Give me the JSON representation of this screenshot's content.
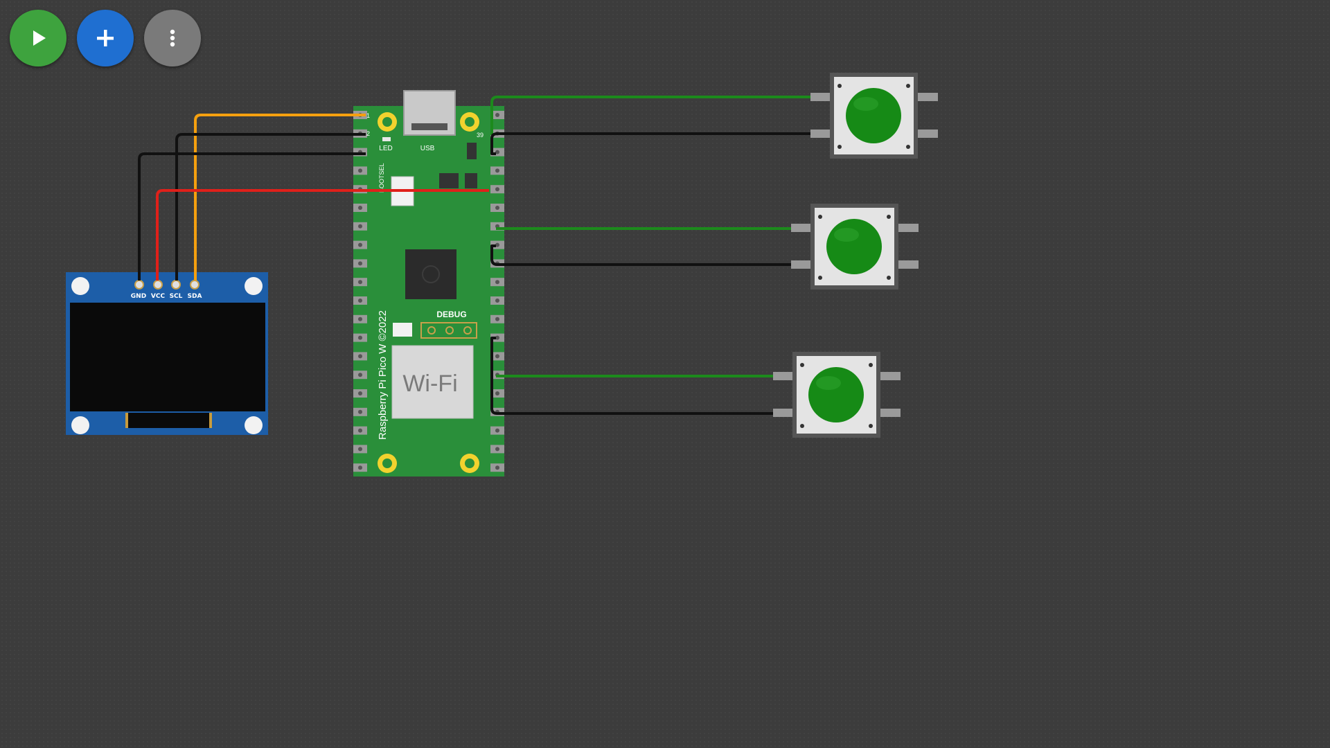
{
  "toolbar": {
    "run_icon": "play-icon",
    "add_icon": "plus-icon",
    "menu_icon": "kebab-menu-icon",
    "run_color": "#3ea33e",
    "add_color": "#1f6fd1",
    "menu_color": "#7a7a7a"
  },
  "oled": {
    "pins": [
      "GND",
      "VCC",
      "SCL",
      "SDA"
    ]
  },
  "pico": {
    "led_label": "LED",
    "usb_label": "USB",
    "bootsel_label": "BOOTSEL",
    "debug_label": "DEBUG",
    "name_label": "Raspberry Pi Pico W ©2022",
    "wifi_label": "Wi-Fi",
    "pin_1": "1",
    "pin_2": "2",
    "pin_39": "39"
  },
  "wire_colors": {
    "sda": "#f5a00f",
    "scl": "#111111",
    "gnd": "#111111",
    "vcc": "#e0201a",
    "signal": "#1c8a1c",
    "ground": "#111111"
  },
  "buttons": [
    {
      "name": "pushbutton-1",
      "cap_color": "#168a16"
    },
    {
      "name": "pushbutton-2",
      "cap_color": "#168a16"
    },
    {
      "name": "pushbutton-3",
      "cap_color": "#168a16"
    }
  ]
}
